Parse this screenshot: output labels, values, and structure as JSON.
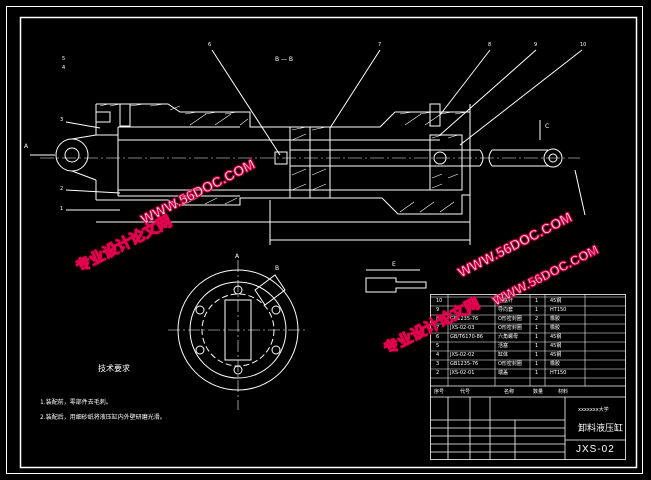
{
  "drawing": {
    "section_label": "B — B",
    "view_a_label": "A",
    "view_c_label": "C",
    "view_b_label": "B",
    "detail_label": "E",
    "callouts": [
      "6",
      "7",
      "8",
      "9",
      "10",
      "5",
      "4",
      "3",
      "2",
      "1"
    ],
    "section_marks": [
      "A",
      "A",
      "B"
    ]
  },
  "notes": {
    "heading": "技术要求",
    "line1": "1.装配前，零部件去毛刺。",
    "line2": "2.装配后，用细砂纸将液压缸内外壁研磨光滑。"
  },
  "title_block": {
    "part_name": "卸料液压缸",
    "drawing_number": "JXS-02",
    "school": "xxxxxxx大学"
  },
  "bom": [
    {
      "no": "10",
      "code": "",
      "name": "活塞杆",
      "qty": "1",
      "mat": "45钢"
    },
    {
      "no": "9",
      "code": "",
      "name": "导向套",
      "qty": "1",
      "mat": "HT150"
    },
    {
      "no": "8",
      "code": "GB1235-76",
      "name": "O形密封圈",
      "qty": "2",
      "mat": "橡胶"
    },
    {
      "no": "7",
      "code": "JXS-02-03",
      "name": "O形密封圈",
      "qty": "1",
      "mat": "橡胶"
    },
    {
      "no": "6",
      "code": "GB/T6170-86",
      "name": "六角螺母",
      "qty": "1",
      "mat": "45钢"
    },
    {
      "no": "5",
      "code": "",
      "name": "活塞",
      "qty": "1",
      "mat": "45钢"
    },
    {
      "no": "4",
      "code": "JXS-02-02",
      "name": "缸体",
      "qty": "1",
      "mat": "45钢"
    },
    {
      "no": "3",
      "code": "GB1235-76",
      "name": "O形密封圈",
      "qty": "1",
      "mat": "橡胶"
    },
    {
      "no": "2",
      "code": "JXS-02-01",
      "name": "端盖",
      "qty": "1",
      "mat": "HT150"
    }
  ],
  "bom_header": {
    "no": "序号",
    "code": "代号",
    "name": "名称",
    "qty": "数量",
    "mat": "材料"
  },
  "watermarks": [
    {
      "text": "WWW.56DOC.COM"
    },
    {
      "text": "专业设计论文网"
    },
    {
      "text": "WWW.56DOC.COM"
    },
    {
      "text": "专业设计论文网"
    },
    {
      "text": "WWW.56DOC.COM"
    }
  ],
  "colors": {
    "background": "#000000",
    "lines": "#ffffff",
    "watermark": "#e4004f"
  }
}
